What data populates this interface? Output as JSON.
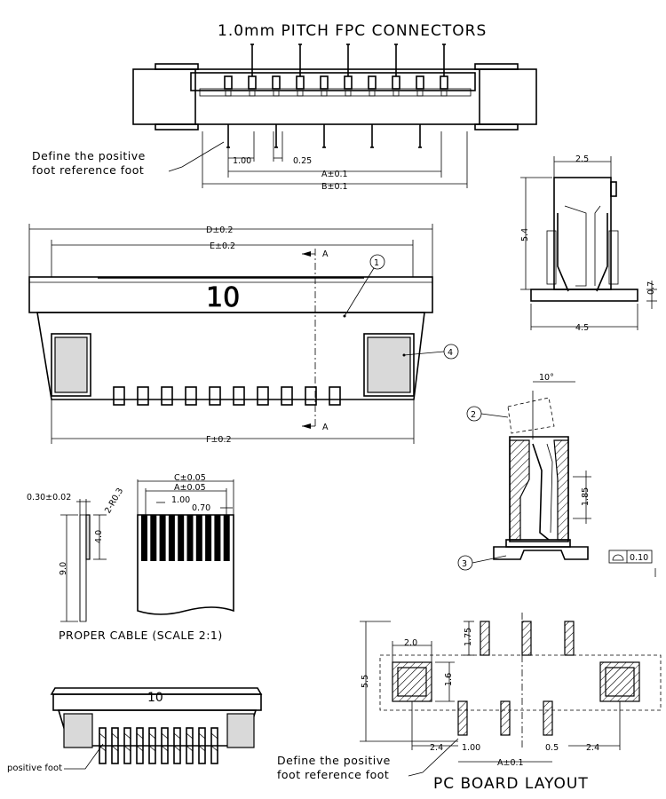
{
  "title": "1.0mm  PITCH  FPC  CONNECTORS",
  "top_view": {
    "note_line1": "Define the positive",
    "note_line2": "foot reference foot",
    "pitch": "1.00",
    "pin_width": "0.25",
    "dim_a": "A±0.1",
    "dim_b": "B±0.1"
  },
  "front_view": {
    "dim_d": "D±0.2",
    "dim_e": "E±0.2",
    "dim_f": "F±0.2",
    "pin_count": "10",
    "section_a_top": "A",
    "section_a_bottom": "A",
    "callout_1": "1",
    "callout_4": "4"
  },
  "side_view": {
    "width_top": "2.5",
    "height": "5.4",
    "base_thickness": "0.7",
    "width_bottom": "4.5"
  },
  "section_view": {
    "angle": "10°",
    "callout_2": "2",
    "callout_3": "3",
    "height": "1.85",
    "flatness": "0.10"
  },
  "cable": {
    "thickness": "0.30±0.02",
    "radius": "2-R0.3",
    "dim_c": "C±0.05",
    "dim_a": "A±0.05",
    "pitch": "1.00",
    "finger_width": "0.70",
    "stiffener": "4.0",
    "length": "9.0",
    "caption": "PROPER CABLE (SCALE 2:1)"
  },
  "iso_view": {
    "pin_count": "10",
    "label": "positive foot"
  },
  "pcb": {
    "pad_width": "2.0",
    "height": "5.5",
    "signal_len": "1.75",
    "pad_height": "1.6",
    "edge_left": "2.4",
    "pitch": "1.00",
    "stagger": "0.5",
    "edge_right": "2.4",
    "dim_a": "A±0.1",
    "note_line1": "Define the positive",
    "note_line2": "foot reference foot",
    "caption": "PC BOARD LAYOUT"
  }
}
